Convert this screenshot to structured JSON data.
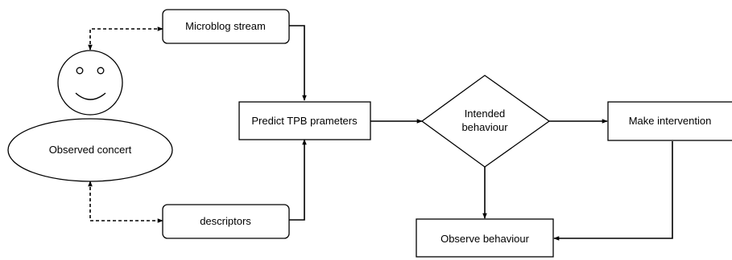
{
  "diagram": {
    "type": "flowchart",
    "nodes": {
      "microblog_stream": {
        "label": "Microblog stream",
        "shape": "rounded-rectangle"
      },
      "descriptors": {
        "label": "descriptors",
        "shape": "rounded-rectangle"
      },
      "predict_tpb": {
        "label": "Predict TPB prameters",
        "shape": "rectangle"
      },
      "intended_behaviour": {
        "label_line1": "Intended",
        "label_line2": "behaviour",
        "shape": "diamond"
      },
      "make_intervention": {
        "label": "Make intervention",
        "shape": "rectangle"
      },
      "observe_behaviour": {
        "label": "Observe behaviour",
        "shape": "rectangle"
      },
      "observed_concert": {
        "label": "Observed concert",
        "shape": "ellipse"
      },
      "person": {
        "icon": "smiley-face-icon",
        "shape": "circle"
      }
    },
    "edges": [
      {
        "from": "person",
        "to": "microblog_stream",
        "style": "dashed",
        "arrows": "both"
      },
      {
        "from": "observed_concert",
        "to": "descriptors",
        "style": "dashed",
        "arrows": "both"
      },
      {
        "from": "microblog_stream",
        "to": "predict_tpb",
        "style": "solid",
        "arrows": "end"
      },
      {
        "from": "descriptors",
        "to": "predict_tpb",
        "style": "solid",
        "arrows": "end"
      },
      {
        "from": "predict_tpb",
        "to": "intended_behaviour",
        "style": "solid",
        "arrows": "end"
      },
      {
        "from": "intended_behaviour",
        "to": "make_intervention",
        "style": "solid",
        "arrows": "end"
      },
      {
        "from": "intended_behaviour",
        "to": "observe_behaviour",
        "style": "solid",
        "arrows": "end"
      },
      {
        "from": "make_intervention",
        "to": "observe_behaviour",
        "style": "solid",
        "arrows": "end"
      }
    ]
  }
}
